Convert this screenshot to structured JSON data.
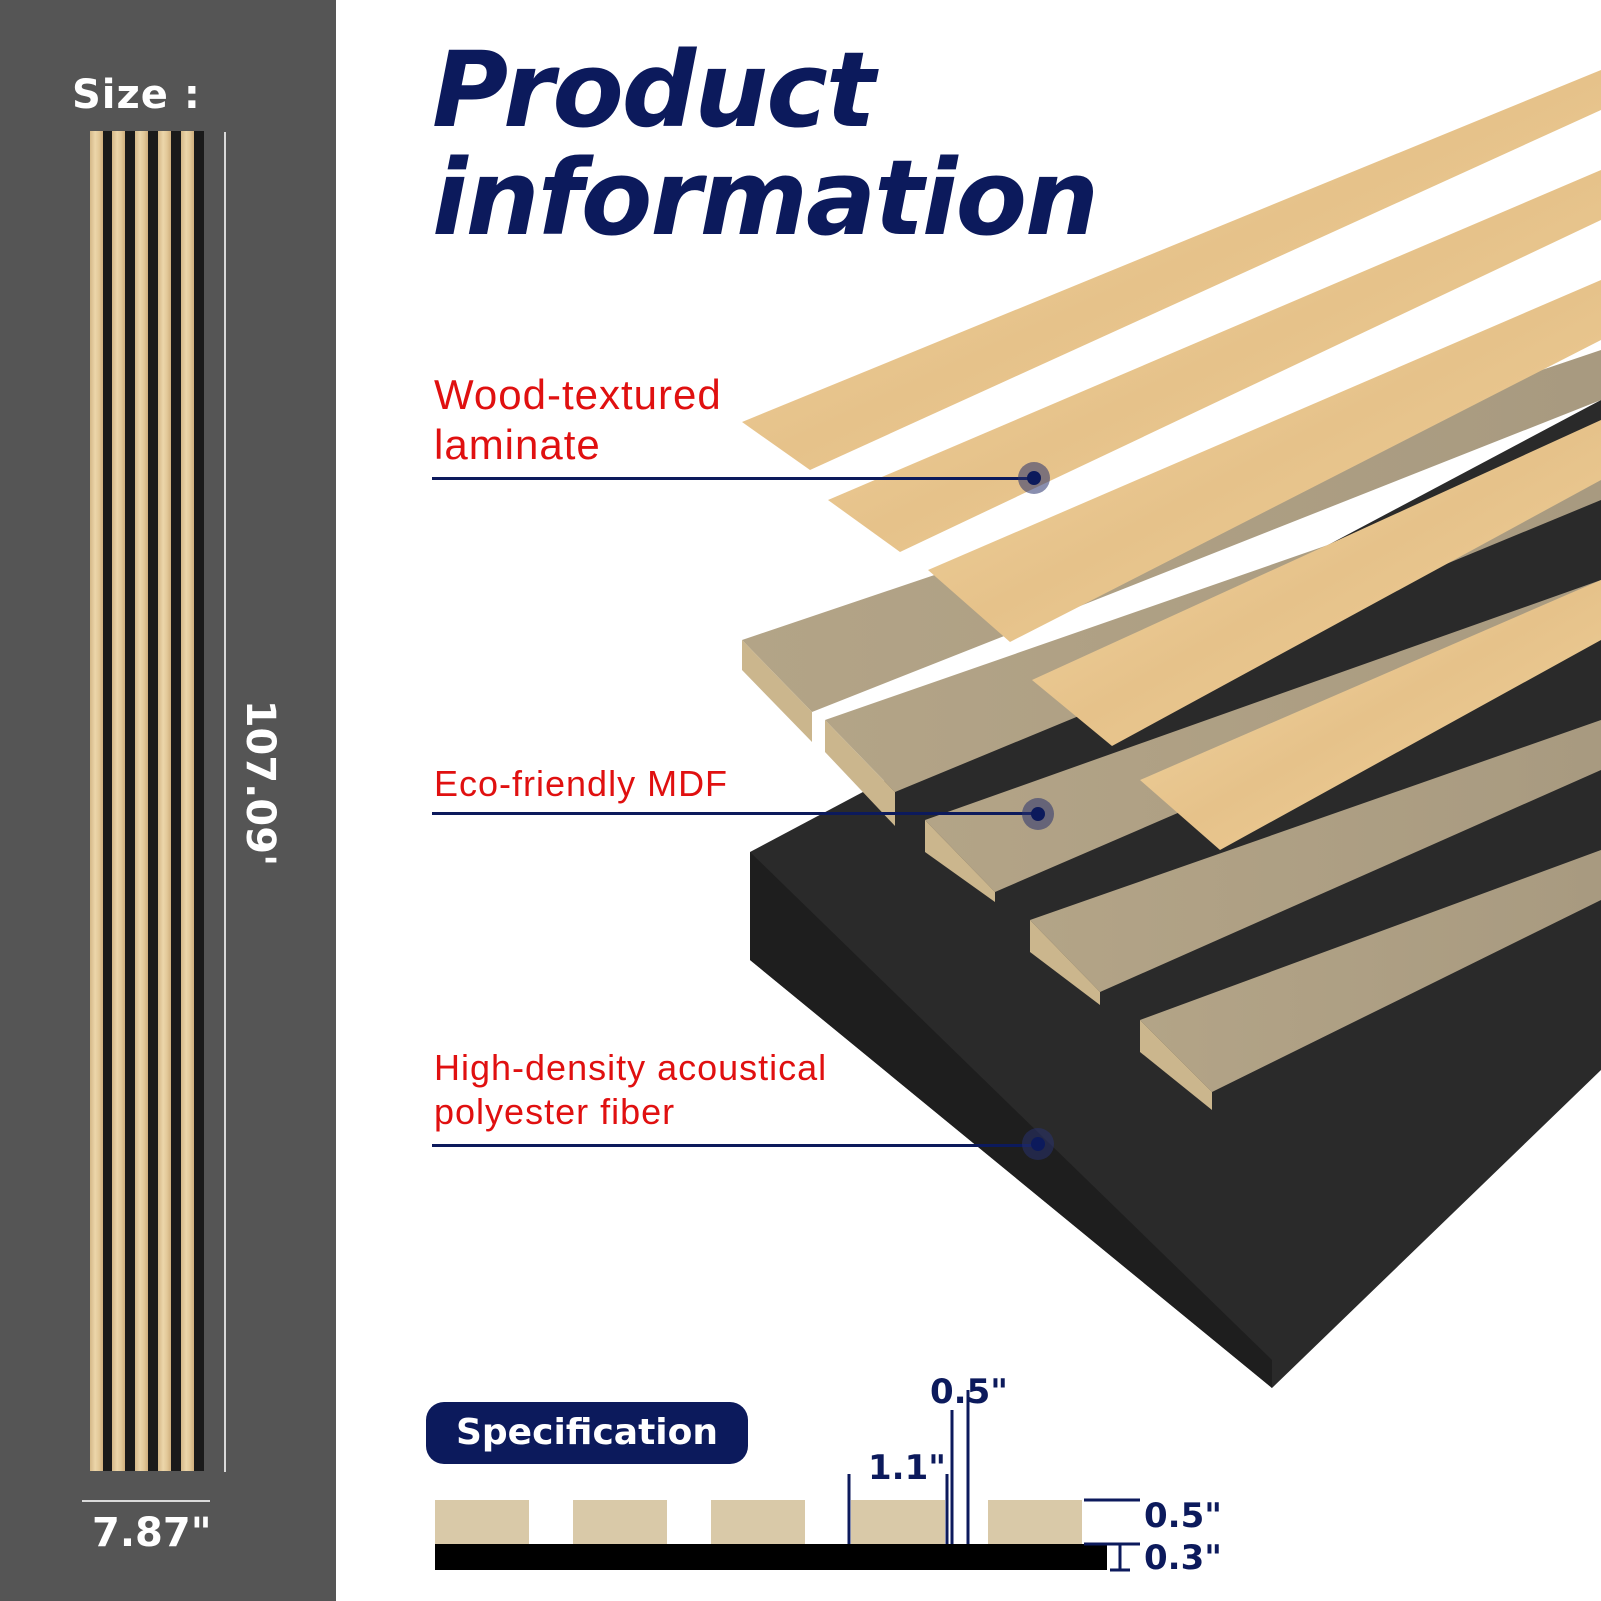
{
  "size_panel": {
    "label": "Size :",
    "height": "107.09'",
    "width": "7.87\""
  },
  "title": {
    "line1": "Product",
    "line2": "information"
  },
  "layers": [
    {
      "label_line1": "Wood-textured",
      "label_line2": "laminate"
    },
    {
      "label_line1": "Eco-friendly MDF"
    },
    {
      "label_line1": "High-density acoustical",
      "label_line2": "polyester fiber"
    }
  ],
  "specification": {
    "badge": "Specification",
    "dimensions": {
      "top_gap": "0.5\"",
      "slat_width": "1.1\"",
      "slat_height": "0.5\"",
      "felt_height": "0.3\""
    }
  },
  "colors": {
    "navy": "#0c1a5c",
    "callout_red": "#e01010",
    "panel_gray": "#555555",
    "mdf": "#b8a98a",
    "wood": "#e8c890",
    "felt": "#262626"
  }
}
